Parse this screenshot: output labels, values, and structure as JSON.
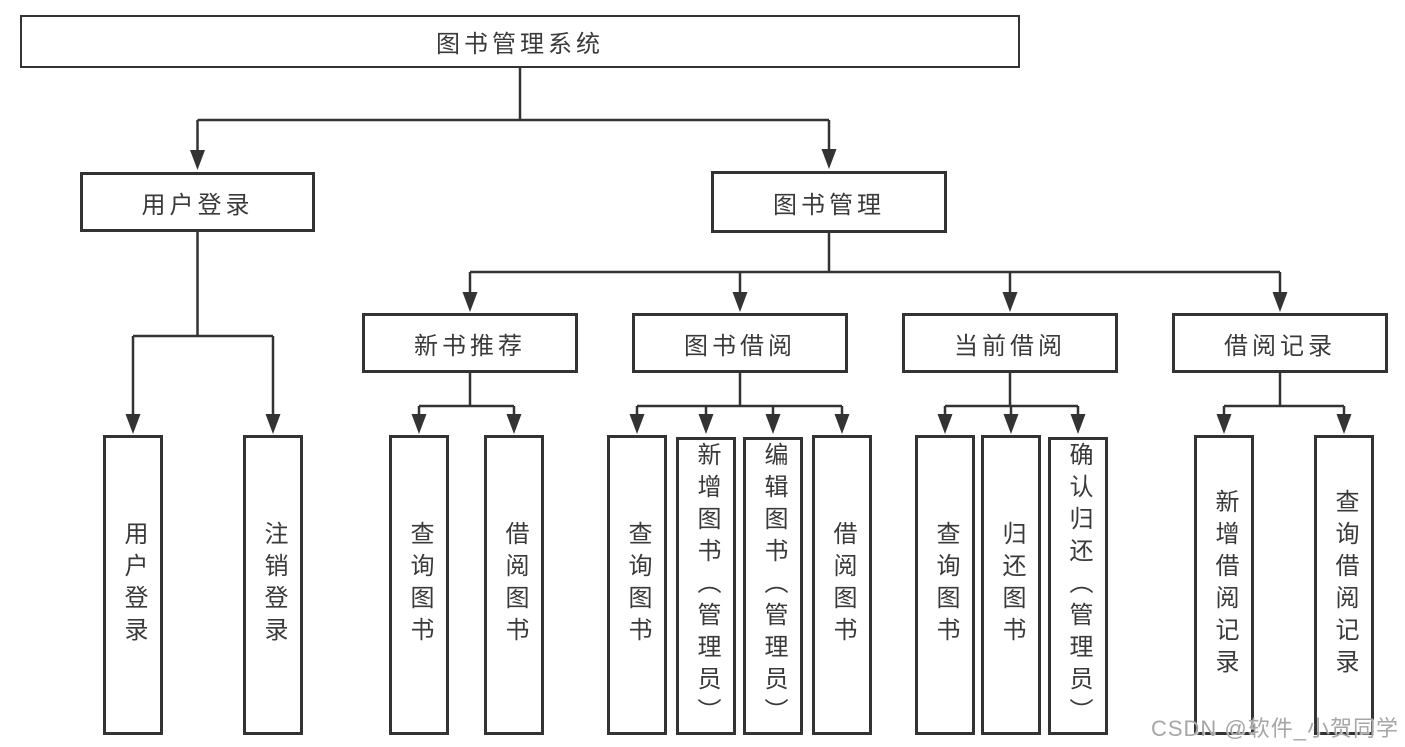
{
  "diagram": {
    "root": {
      "label": "图书管理系统"
    },
    "level2": [
      {
        "label": "用户登录"
      },
      {
        "label": "图书管理"
      }
    ],
    "level3": [
      {
        "label": "新书推荐"
      },
      {
        "label": "图书借阅"
      },
      {
        "label": "当前借阅"
      },
      {
        "label": "借阅记录"
      }
    ],
    "leaves": [
      {
        "label": "用户登录"
      },
      {
        "label": "注销登录"
      },
      {
        "label": "查询图书"
      },
      {
        "label": "借阅图书"
      },
      {
        "label": "查询图书"
      },
      {
        "label": "新增图书（管理员）"
      },
      {
        "label": "编辑图书（管理员）"
      },
      {
        "label": "借阅图书"
      },
      {
        "label": "查询图书"
      },
      {
        "label": "归还图书"
      },
      {
        "label": "确认归还（管理员）"
      },
      {
        "label": "新增借阅记录"
      },
      {
        "label": "查询借阅记录"
      }
    ]
  },
  "watermark": {
    "text": "CSDN @软件_小贺同学"
  },
  "colors": {
    "line": "#333333",
    "box_border": "#333333",
    "text": "#3a3a3a",
    "watermark": "#a6a6a6",
    "background": "#ffffff"
  }
}
